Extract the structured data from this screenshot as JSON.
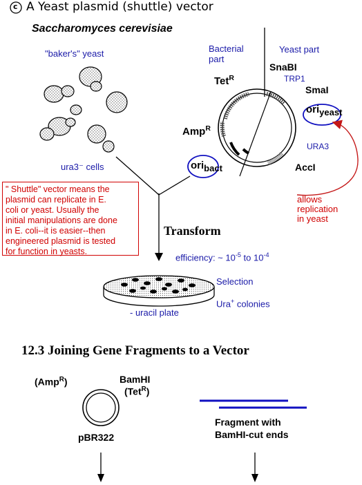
{
  "top": {
    "section_letter": "c",
    "title": "A Yeast plasmid (shuttle) vector",
    "organism": "Saccharomyces cerevisiae"
  },
  "yeast": {
    "bakers_label": "\"baker's\" yeast",
    "cells_label": "ura3⁻ cells"
  },
  "plasmid": {
    "bacterial_part": "Bacterial",
    "bacterial_part_2": "part",
    "yeast_part": "Yeast part",
    "snabi": "SnaBI",
    "trp1": "TRP1",
    "smai": "SmaI",
    "ori_yeast_main": "ori",
    "ori_yeast_sub": "yeast",
    "tet_main": "Tet",
    "tet_sup": "R",
    "amp_main": "Amp",
    "amp_sup": "R",
    "ura3": "URA3",
    "acci": "AccI",
    "ori_bact_main": "ori",
    "ori_bact_sub": "bact"
  },
  "note": {
    "allows_line1": "allows",
    "allows_line2": "replication",
    "allows_line3": "in yeast",
    "shuttle_line1": "\" Shuttle\" vector means the",
    "shuttle_line2": "plasmid can replicate in E.",
    "shuttle_line3": "coli or yeast.  Usually the",
    "shuttle_line4": "initial manipulations are done",
    "shuttle_line5": "in E. coli--it is easier--then",
    "shuttle_line6": "engineered plasmid is tested",
    "shuttle_line7": "for function in yeasts."
  },
  "transform": {
    "label": "Transform",
    "efficiency_prefix": "efficiency:  ~ 10",
    "efficiency_exp1": "-5",
    "efficiency_mid": " to 10",
    "efficiency_exp2": "-4",
    "selection": "Selection",
    "ura_main": "Ura",
    "ura_sup": "+",
    "ura_rest": " colonies",
    "plate_label": "- uracil plate"
  },
  "section2": {
    "heading": "12.3  Joining Gene Fragments to a Vector",
    "amp_open": "(Amp",
    "amp_sup": "R",
    "amp_close": ")",
    "bamhi": "BamHI",
    "tet_open": "(Tet",
    "tet_sup": "R",
    "tet_close": ")",
    "pbr322": "pBR322",
    "fragment_line1": "Fragment with",
    "fragment_line2": "BamHI-cut ends"
  },
  "colors": {
    "blue_text": "#1a1aa8",
    "red_text": "#d00000",
    "red_arrow": "#c41818",
    "blue_line": "#1010c0"
  }
}
